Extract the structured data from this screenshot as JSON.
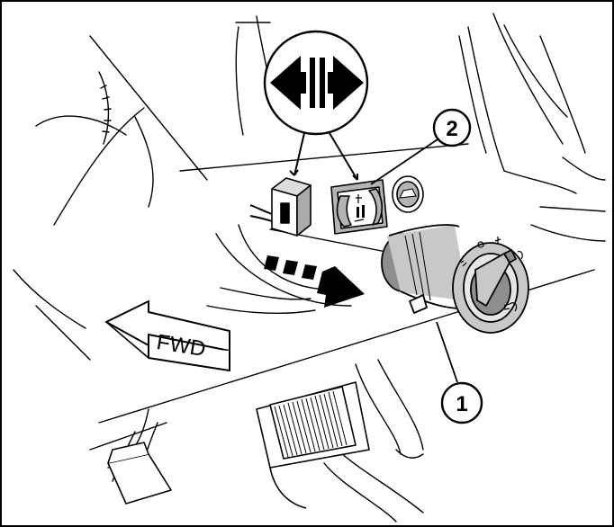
{
  "callouts": [
    {
      "label": "1"
    },
    {
      "label": "2"
    }
  ],
  "direction_label": "FWD",
  "icons": {
    "swap": "double-headed-arrow-icon",
    "remove": "dashed-arrow-icon",
    "trunk": "car-trunk-icon",
    "fog": "fog-lamp-icon",
    "dimmer": "dimmer-wheel-icon"
  },
  "colors": {
    "line": "#000000",
    "background": "#ffffff",
    "knob": "#c8c8c8",
    "knob_dark": "#8e8e8e",
    "switch_face": "#b4b4b4"
  }
}
